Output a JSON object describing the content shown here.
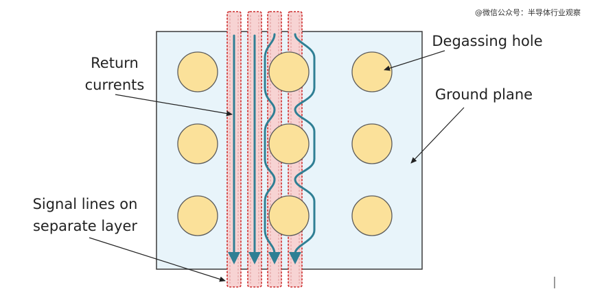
{
  "watermark": "@微信公众号：半导体行业观察",
  "labels": {
    "return_currents_line1": "Return",
    "return_currents_line2": "currents",
    "degassing_hole": "Degassing hole",
    "ground_plane": "Ground plane",
    "signal_lines_line1": "Signal lines on",
    "signal_lines_line2": "separate layer"
  },
  "colors": {
    "ground_plane_fill": "#e8f4fa",
    "ground_plane_stroke": "#3a3a3a",
    "hole_fill": "#fbe19a",
    "hole_stroke": "#5a5a5a",
    "signal_trace_fill": "#f7d3d3",
    "signal_trace_stroke": "#cc2a2a",
    "current_arrow": "#2f7f94",
    "pointer": "#222222"
  }
}
